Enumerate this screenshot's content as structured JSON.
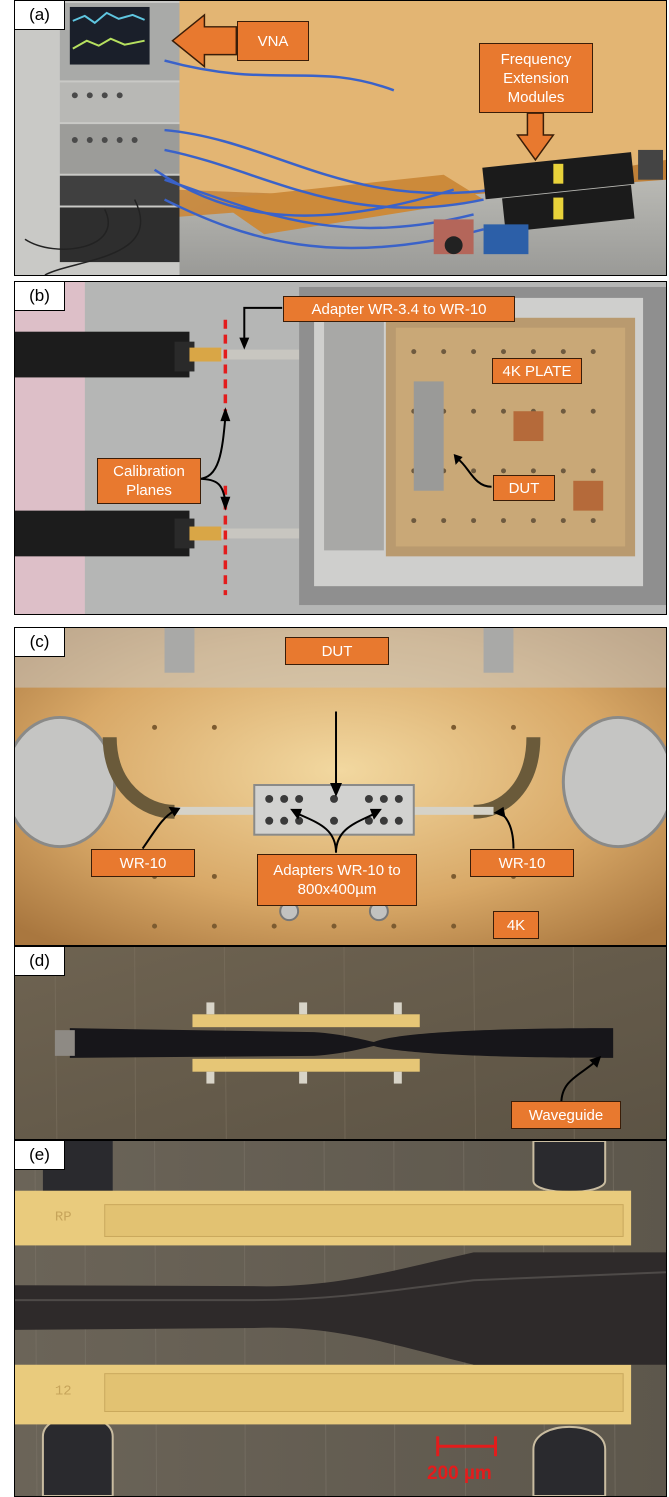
{
  "panels": {
    "a": {
      "label": "(a)",
      "vna": "VNA",
      "fem": "Frequency Extension Modules"
    },
    "b": {
      "label": "(b)",
      "adapter": "Adapter WR-3.4 to WR-10",
      "plate": "4K PLATE",
      "calibration": "Calibration Planes",
      "dut": "DUT"
    },
    "c": {
      "label": "(c)",
      "dut": "DUT",
      "wr10_left": "WR-10",
      "wr10_right": "WR-10",
      "adapters": "Adapters WR-10 to 800x400µm",
      "fourk": "4K"
    },
    "d": {
      "label": "(d)",
      "waveguide": "Waveguide"
    },
    "e": {
      "label": "(e)",
      "scale": "200 µm"
    }
  },
  "colors": {
    "callout": "#e8792f",
    "calibration_line": "#e31c1c",
    "scale_bar": "#e31c1c",
    "gold": "#d9b25c"
  }
}
